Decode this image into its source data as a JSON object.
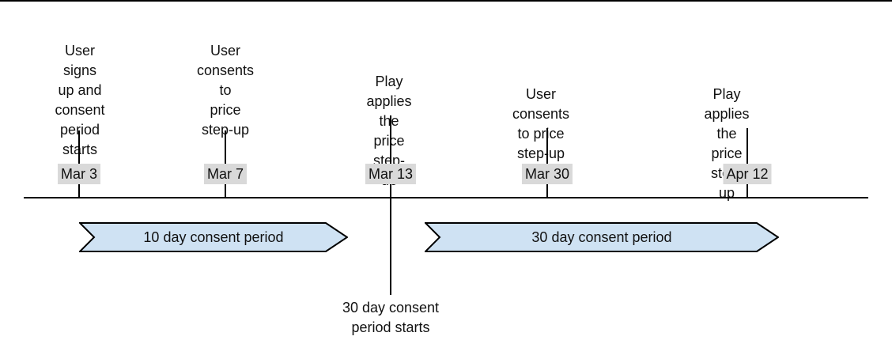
{
  "colors": {
    "banner_fill": "#cfe2f3",
    "banner_border": "#000000",
    "date_badge_bg": "#d9d9d9",
    "line": "#000000",
    "text": "#111111"
  },
  "timeline": {
    "events": [
      {
        "date": "Mar 3",
        "label": "User signs\nup and\nconsent\nperiod starts"
      },
      {
        "date": "Mar 7",
        "label": "User\nconsents to\nprice\nstep-up"
      },
      {
        "date": "Mar 13",
        "label": "Play applies the\nprice step-up",
        "note_below": "30 day consent\nperiod starts"
      },
      {
        "date": "Mar 30",
        "label": "User consents to price\nstep-up"
      },
      {
        "date": "Apr 12",
        "label": "Play applies the\nprice step-up"
      }
    ],
    "periods": [
      {
        "label": "10 day consent period"
      },
      {
        "label": "30 day consent period"
      }
    ]
  }
}
